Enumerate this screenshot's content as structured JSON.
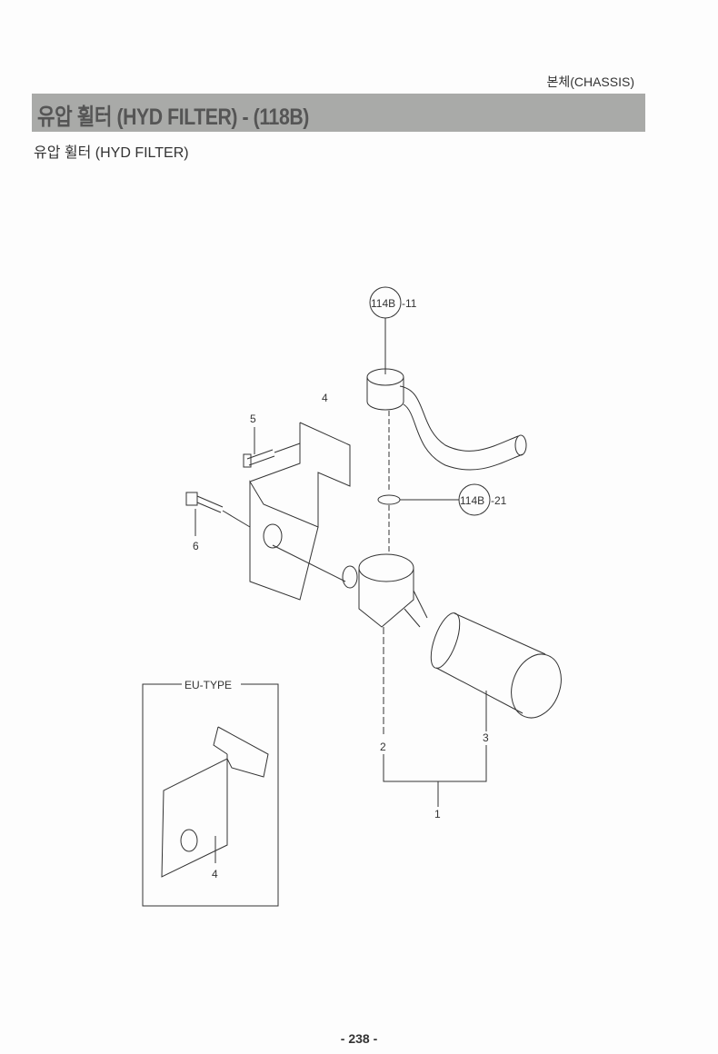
{
  "header": {
    "section": "본체(CHASSIS)",
    "title": "유압 휠터 (HYD FILTER) - (118B)",
    "subtitle": "유압 휠터 (HYD FILTER)"
  },
  "diagram": {
    "callouts": [
      {
        "ref": "114B",
        "suffix": "-11"
      },
      {
        "ref": "114B",
        "suffix": "-21"
      }
    ],
    "part_numbers": [
      "1",
      "2",
      "3",
      "4",
      "5",
      "6"
    ],
    "inset": {
      "label": "EU-TYPE",
      "part_number": "4"
    }
  },
  "footer": {
    "page": "- 238 -"
  }
}
